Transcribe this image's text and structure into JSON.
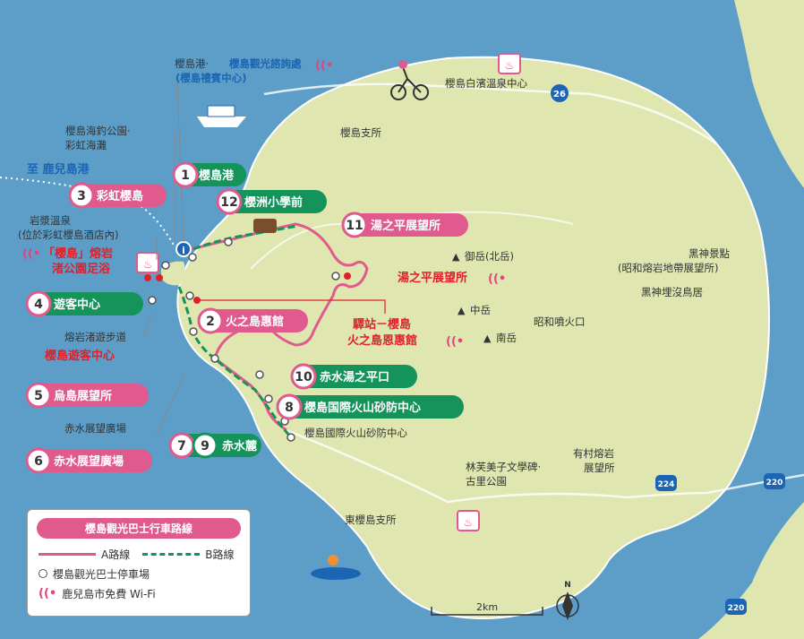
{
  "legend": {
    "title": "櫻島觀光巴士行車路線",
    "route_a": "A路線",
    "route_b": "B路線",
    "bus_stop": "櫻島觀光巴士停車場",
    "wifi": "鹿兒島市免費 Wi-Fi"
  },
  "scale_label": "2km",
  "north_label": "N",
  "roads": {
    "r26": "26",
    "r224": "224",
    "r220a": "220",
    "r220b": "220"
  },
  "places": {
    "port_line1_a": "櫻島港·",
    "port_line1_b": "櫻島觀光諮詢處",
    "port_line2": "(櫻島禮賓中心)",
    "onsen_center": "櫻島白濱溫泉中心",
    "branch_office": "櫻島支所",
    "fishing_park_1": "櫻島海釣公園·",
    "fishing_park_2": "彩虹海灘",
    "to_kagoshima": "至 鹿兒島港",
    "lava_onsen_1": "岩漿溫泉",
    "lava_onsen_2": "(位於彩虹櫻島酒店內)",
    "footbath_1": "「櫻島」熔岩",
    "footbath_2": "渚公園足浴",
    "lava_walk": "熔岩渚遊步道",
    "visitor_center_red": "櫻島遊客中心",
    "akamizu_plaza": "赤水展望廣場",
    "yunohira_red": "湯之平展望所",
    "station_1": "驛站－櫻島",
    "station_2": "火之島恩惠館",
    "kitadake": "御岳(北岳)",
    "nakadake": "中岳",
    "minamidake": "南岳",
    "showa_crater": "昭和噴火口",
    "kurokami_1": "黑神景點",
    "kurokami_2": "(昭和熔岩地帶展望所)",
    "kurokami_torii": "黑神埋沒鳥居",
    "sabo_center": "櫻島國際火山砂防中心",
    "hayashi_1": "林芙美子文學碑·",
    "hayashi_2": "古里公園",
    "arimura_1": "有村熔岩",
    "arimura_2": "展望所",
    "east_branch": "東櫻島支所"
  },
  "stops": [
    {
      "num": "1",
      "label": "櫻島港"
    },
    {
      "num": "2",
      "label": "火之島惠館"
    },
    {
      "num": "3",
      "label": "彩虹櫻島"
    },
    {
      "num": "4",
      "label": "遊客中心"
    },
    {
      "num": "5",
      "label": "烏島展望所"
    },
    {
      "num": "6",
      "label": "赤水展望廣場"
    },
    {
      "num": "7",
      "label": ""
    },
    {
      "num": "8",
      "label": "櫻島国際火山砂防中心"
    },
    {
      "num": "9",
      "label": "赤水麓"
    },
    {
      "num": "10",
      "label": "赤水湯之平口"
    },
    {
      "num": "11",
      "label": "湯之平展望所"
    },
    {
      "num": "12",
      "label": "櫻洲小學前"
    }
  ],
  "colors": {
    "sea": "#5d9ec9",
    "land": "#dfe6b0",
    "route_a": "#e05a8d",
    "route_b": "#14935b",
    "accent_red": "#e0202a",
    "accent_blue": "#1c64b4"
  }
}
